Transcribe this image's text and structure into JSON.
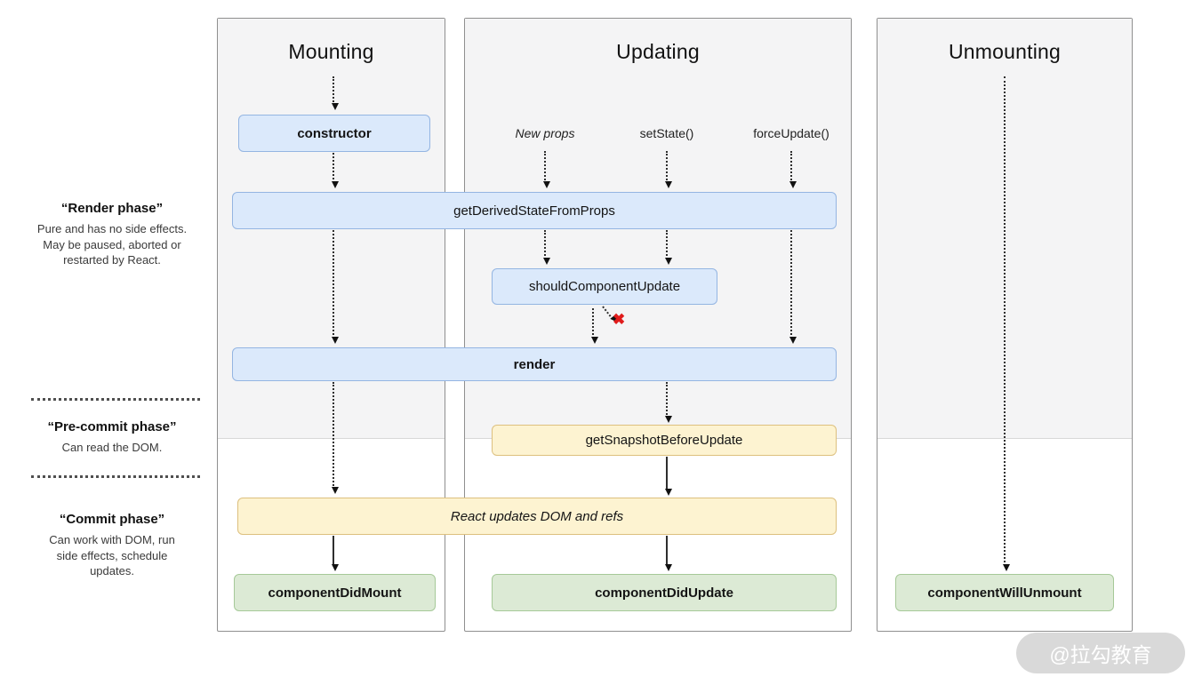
{
  "diagram": {
    "columns": {
      "mounting": {
        "title": "Mounting"
      },
      "updating": {
        "title": "Updating"
      },
      "unmounting": {
        "title": "Unmounting"
      }
    },
    "triggers": {
      "new_props": "New props",
      "set_state": "setState()",
      "force_update": "forceUpdate()"
    },
    "phases": {
      "render": {
        "title": "“Render phase”",
        "description": "Pure and has no side effects. May be paused, aborted or restarted by React."
      },
      "precommit": {
        "title": "“Pre-commit phase”",
        "description": "Can read the DOM."
      },
      "commit": {
        "title": "“Commit phase”",
        "description": "Can work with DOM, run side effects, schedule updates."
      }
    },
    "boxes": {
      "ctor": "constructor",
      "get_derived": "getDerivedStateFromProps",
      "should_update": "shouldComponentUpdate",
      "render": "render",
      "get_snapshot": "getSnapshotBeforeUpdate",
      "react_updates": "React updates DOM and refs",
      "did_mount": "componentDidMount",
      "did_update": "componentDidUpdate",
      "will_unmount": "componentWillUnmount"
    },
    "stop_marker": "✖",
    "watermark": "@拉勾教育",
    "colors": {
      "box_blue_bg": "#dbe9fb",
      "box_blue_border": "#94b5e2",
      "box_yellow_bg": "#fdf3d1",
      "box_yellow_border": "#ddc07e",
      "box_green_bg": "#dcead5",
      "box_green_border": "#a6c998",
      "column_gray_bg": "#f4f4f5",
      "stop_x": "#e01b1b"
    }
  }
}
